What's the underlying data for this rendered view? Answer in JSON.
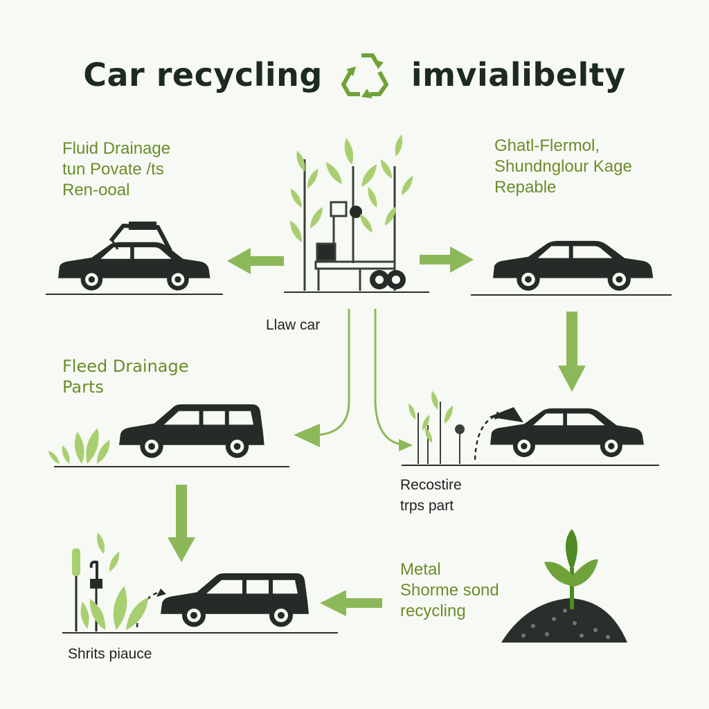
{
  "title": {
    "left": "Car recycling",
    "right": "imvialibelty",
    "icon": "recycle-icon"
  },
  "labels": {
    "top_left": [
      "Fluid Drainage",
      "tun Povate /ts",
      "Ren-ooal"
    ],
    "top_right": [
      "Ghatl-Flermol,",
      "Shundnglour Kage",
      "Repable"
    ],
    "center": "Llaw car",
    "mid_left": [
      "Fleed Drainage",
      "Parts"
    ],
    "mid_right": [
      "Recostire",
      "trps part"
    ],
    "bottom_right": [
      "Metal",
      "Shorme sond",
      "recycling"
    ],
    "bottom_left": "Shrits piauce"
  },
  "colors": {
    "accent_green": "#8db85a",
    "leaf_green": "#a8cf6f",
    "text_green": "#6a8c2a",
    "car_dark": "#252c28",
    "background": "#f7f9f4"
  }
}
